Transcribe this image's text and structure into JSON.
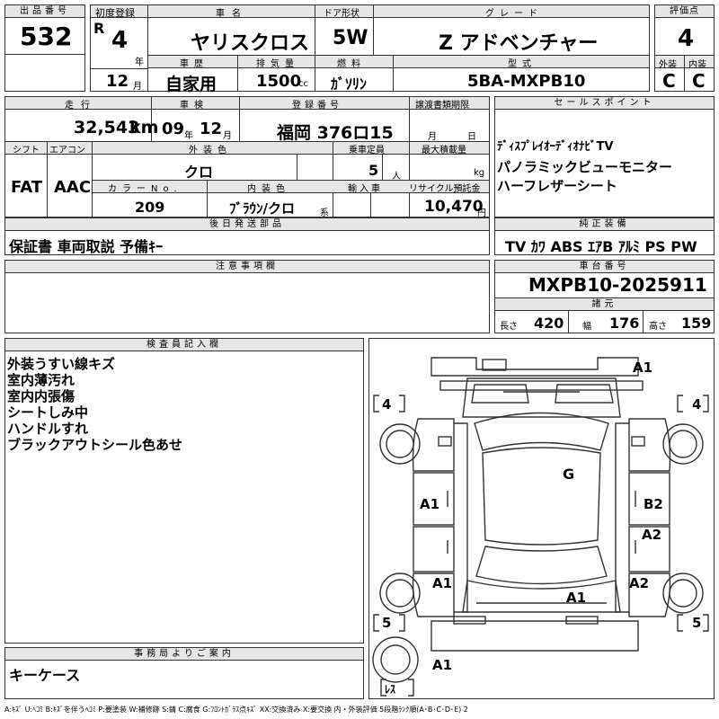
{
  "header": {
    "lot_label": "出品番号",
    "lot_no": "532",
    "first_reg_label": "初度登録",
    "era": "R",
    "year": "4",
    "year_unit": "年",
    "month": "12",
    "month_unit": "月",
    "car_name_label": "車名",
    "car_name": "ヤリスクロス",
    "door_label": "ドア形状",
    "door": "5W",
    "grade_label": "グレード",
    "grade": "Z アドベンチャー",
    "score_label": "評価点",
    "score": "4",
    "ext_label": "外装",
    "int_label": "内装",
    "ext_grade": "C",
    "int_grade": "C",
    "history_label": "車歴",
    "history": "自家用",
    "disp_label": "排気量",
    "disp": "1500",
    "disp_unit": "cc",
    "fuel_label": "燃料",
    "fuel": "ｶﾞｿﾘﾝ",
    "model_label": "型式",
    "model": "5BA-MXPB10"
  },
  "row2": {
    "mileage_label": "走行",
    "mileage": "32,543",
    "mileage_unit": "km",
    "inspection_label": "車検",
    "insp_year": "09",
    "insp_year_unit": "年",
    "insp_month": "12",
    "insp_month_unit": "月",
    "plate_label": "登録番号",
    "plate": "福岡 376ロ15",
    "transfer_label": "譲渡書類期限",
    "transfer_month_unit": "月",
    "transfer_day_unit": "日",
    "sales_label": "セールスポイント",
    "sales_points": [
      "ﾃﾞｨｽﾌﾟﾚｲｵｰﾃﾞｨｵﾅﾋﾞTV",
      "パノラミックビューモニター",
      "ハーフレザーシート"
    ]
  },
  "row3": {
    "shift_label": "シフト",
    "shift": "FAT",
    "ac_label": "エアコン",
    "ac": "AAC",
    "color_label": "外装色",
    "color": "クロ",
    "capacity_label": "乗車定員",
    "capacity": "5",
    "capacity_unit": "人",
    "load_label": "最大積載量",
    "load_unit": "kg",
    "color_no_label": "カラーNo.",
    "color_no": "209",
    "interior_label": "内装色",
    "interior": "ﾌﾞﾗｳﾝ/クロ",
    "interior_unit": "系",
    "import_label": "輸入車",
    "recycle_label": "リサイクル預託金",
    "recycle": "10,470",
    "recycle_unit": "円"
  },
  "row4": {
    "parts_label": "後日発送部品",
    "parts": "保証書 車両取説 予備ｷｰ",
    "equip_label": "純正装備",
    "equip": "TV ｶﾜ ABS ｴｱB ｱﾙﾐ PS PW"
  },
  "notes": {
    "label": "注意事項欄",
    "text": ""
  },
  "chassis": {
    "label": "車台番号",
    "number": "MXPB10-2025911",
    "dims_label": "諸元",
    "len_label": "長さ",
    "length": "420",
    "wid_label": "幅",
    "width": "176",
    "hgt_label": "高さ",
    "height": "159"
  },
  "inspector": {
    "label": "検査員記入欄",
    "lines": [
      "外装うすい線キズ",
      "室内薄汚れ",
      "室内内張傷",
      "シートしみ中",
      "ハンドルすれ",
      "ブラックアウトシール色あせ"
    ]
  },
  "office": {
    "label": "事務局よりご案内",
    "text": "キーケース"
  },
  "diagram": {
    "marks": {
      "front_bumper": "A1",
      "roof": "G",
      "left_front_door": "A1",
      "right_front_door": "B2",
      "right_rear_door": "A2",
      "left_rear_fender": "A1",
      "right_rear_fender": "A2",
      "trunk": "A1",
      "spare": "A1"
    },
    "tires": {
      "fl": "4",
      "fr": "4",
      "rl": "5",
      "rr": "5",
      "spare": "ﾚｽ"
    }
  },
  "legend": "A:ｷｽﾞ U:ﾍｺﾐ B:ｷｽﾞを伴うﾍｺﾐ P:要塗装 W:補修跡 S:錆 C:腐食 G:ﾌﾛﾝﾄｶﾞﾗｽ点ｷｽﾞ XX:交換済み X:要交換 内・外装評価 5段階ﾗﾝｸ順(A･B･C･D･E) 2"
}
